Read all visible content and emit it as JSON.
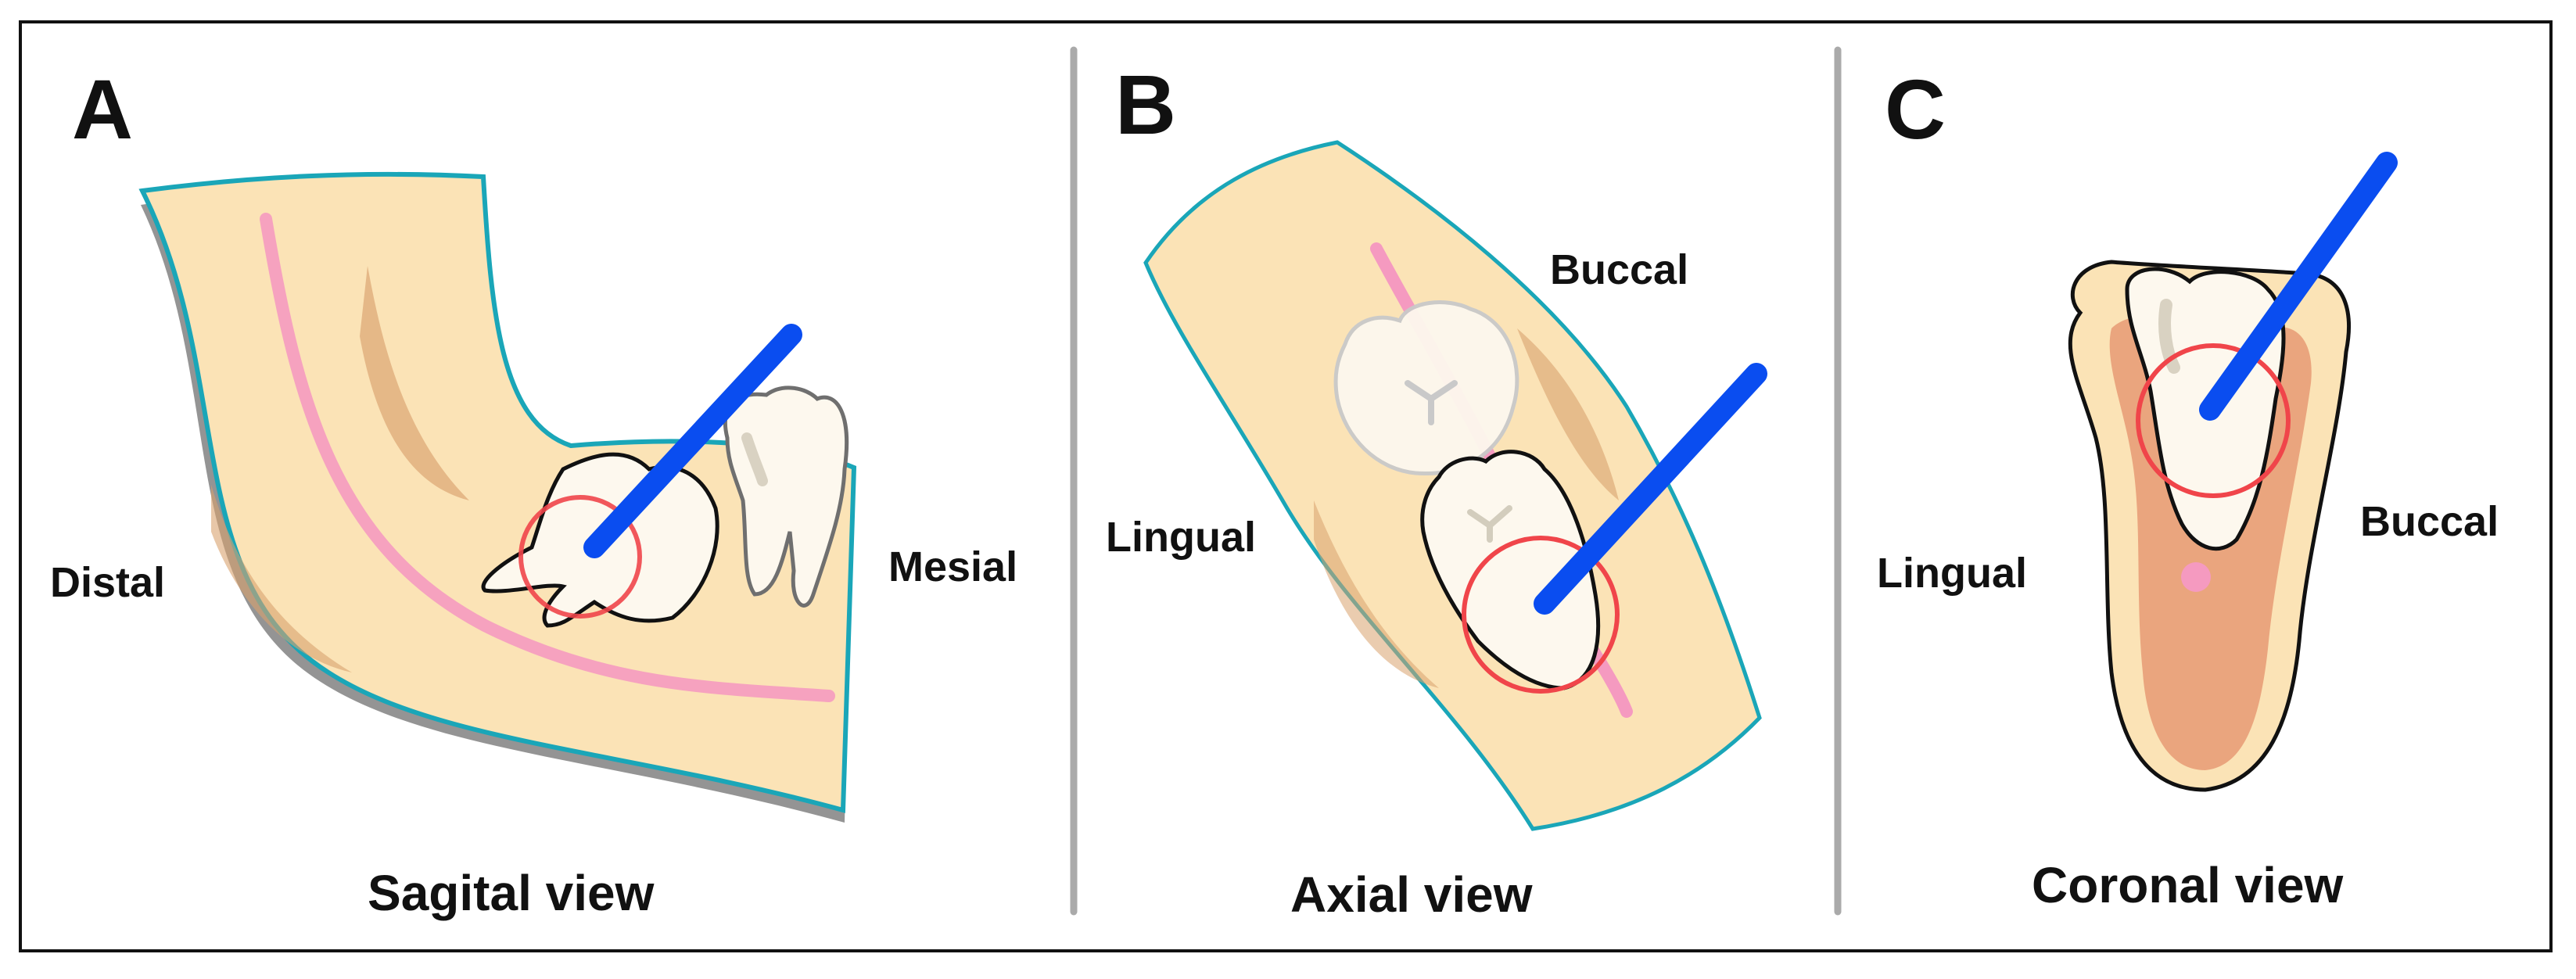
{
  "panels": [
    {
      "letter": "A",
      "caption": "Sagital view",
      "left_label": "Distal",
      "right_label": "Mesial"
    },
    {
      "letter": "B",
      "caption": "Axial view",
      "left_label": "Lingual",
      "right_label": "Buccal"
    },
    {
      "letter": "C",
      "caption": "Coronal view",
      "left_label": "Lingual",
      "right_label": "Buccal"
    }
  ],
  "colors": {
    "bone": "#fbe3b6",
    "bone_outline": "#1aa6b8",
    "bone_shadow": "#d9a26e",
    "canal": "#f59ac0",
    "tooth": "#fdf8ee",
    "instrument": "#0a4df0",
    "target_circle": "#f0454a",
    "divider": "#aaaaaa",
    "inner_bone": "#eaa57e"
  }
}
